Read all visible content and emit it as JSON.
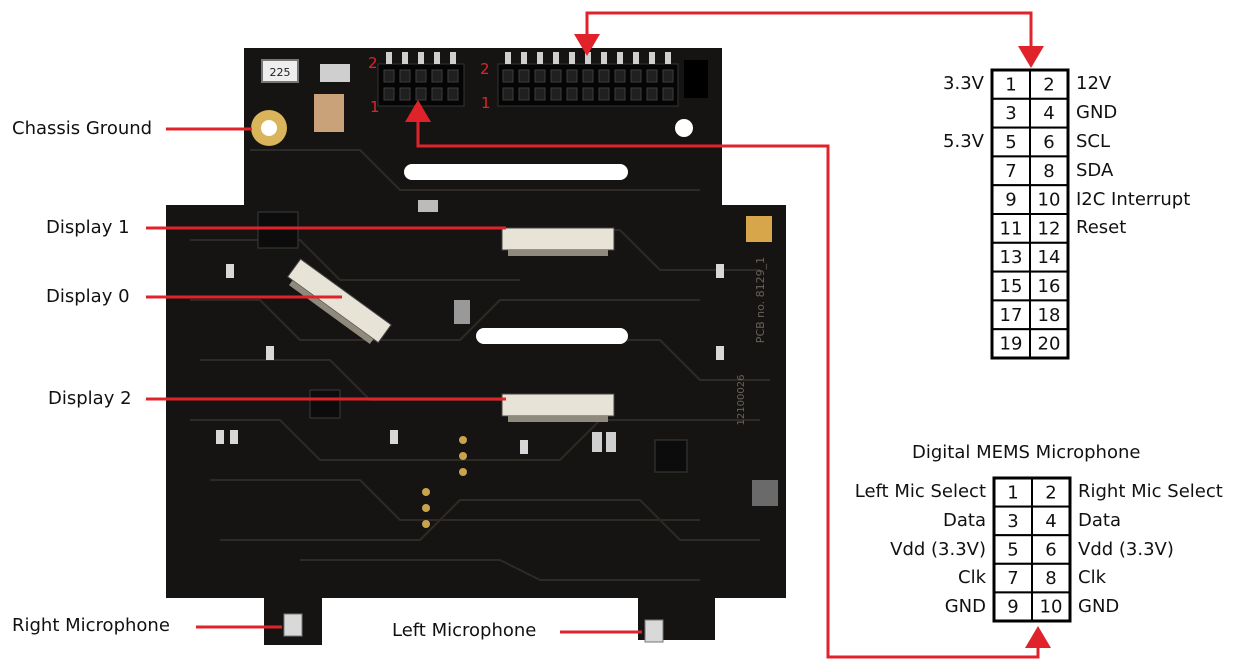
{
  "board": {
    "resistor_label": "225",
    "header_small_markers": [
      "2",
      "1"
    ],
    "header_large_markers": [
      "2",
      "1"
    ],
    "pcb_text": "PCB no. 8129_1",
    "serial_text": "12100026"
  },
  "callouts": {
    "chassis_ground": "Chassis Ground",
    "display_1": "Display 1",
    "display_0": "Display 0",
    "display_2": "Display 2",
    "right_microphone": "Right Microphone",
    "left_microphone": "Left Microphone"
  },
  "main_header": {
    "rows": [
      {
        "left": "3.3V",
        "p1": "1",
        "p2": "2",
        "right": "12V"
      },
      {
        "left": "",
        "p1": "3",
        "p2": "4",
        "right": "GND"
      },
      {
        "left": "5.3V",
        "p1": "5",
        "p2": "6",
        "right": "SCL"
      },
      {
        "left": "",
        "p1": "7",
        "p2": "8",
        "right": "SDA"
      },
      {
        "left": "",
        "p1": "9",
        "p2": "10",
        "right": "I2C Interrupt"
      },
      {
        "left": "",
        "p1": "11",
        "p2": "12",
        "right": "Reset"
      },
      {
        "left": "",
        "p1": "13",
        "p2": "14",
        "right": ""
      },
      {
        "left": "",
        "p1": "15",
        "p2": "16",
        "right": ""
      },
      {
        "left": "",
        "p1": "17",
        "p2": "18",
        "right": ""
      },
      {
        "left": "",
        "p1": "19",
        "p2": "20",
        "right": ""
      }
    ]
  },
  "mic_header": {
    "title": "Digital MEMS Microphone",
    "rows": [
      {
        "left": "Left Mic Select",
        "p1": "1",
        "p2": "2",
        "right": "Right Mic Select"
      },
      {
        "left": "Data",
        "p1": "3",
        "p2": "4",
        "right": "Data"
      },
      {
        "left": "Vdd (3.3V)",
        "p1": "5",
        "p2": "6",
        "right": "Vdd (3.3V)"
      },
      {
        "left": "Clk",
        "p1": "7",
        "p2": "8",
        "right": "Clk"
      },
      {
        "left": "GND",
        "p1": "9",
        "p2": "10",
        "right": "GND"
      }
    ]
  },
  "colors": {
    "arrow_red": "#e0232b",
    "pcb_black": "#161413",
    "trace": "#2b2724",
    "ground_ring": "#d9b45a",
    "marker_red": "#e0232b"
  }
}
